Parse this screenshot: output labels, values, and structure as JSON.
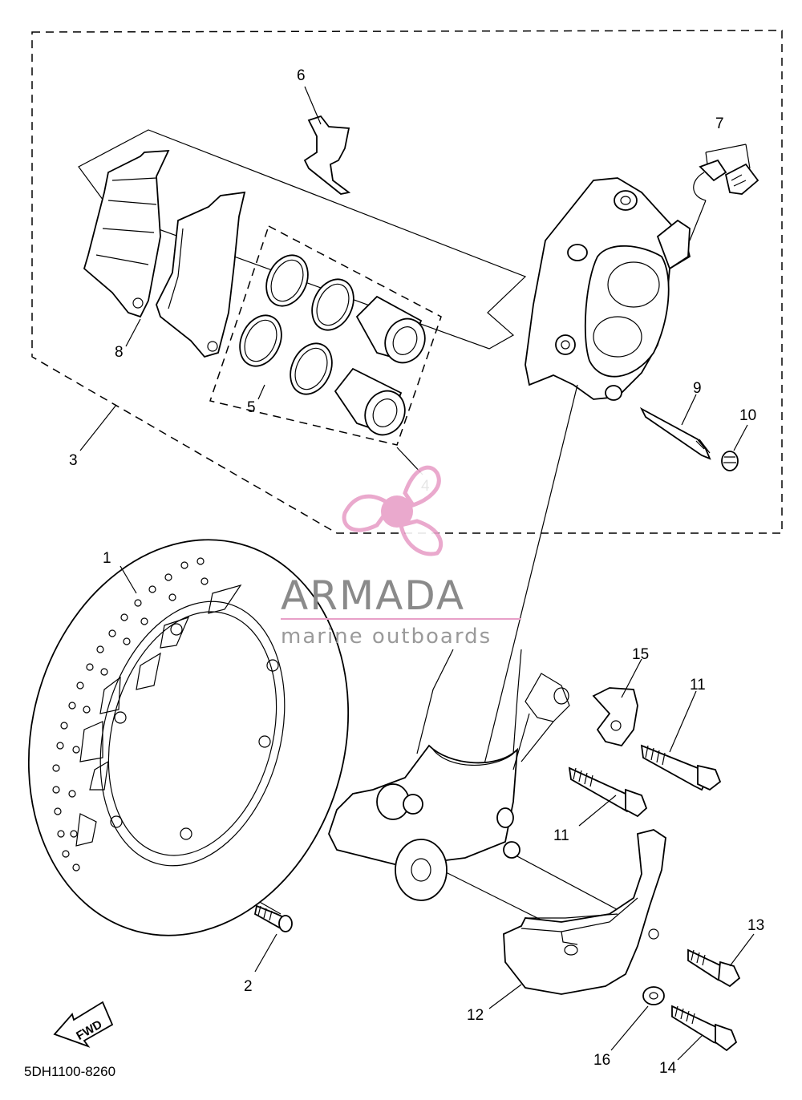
{
  "diagram": {
    "part_code": "5DH1100-8260",
    "fwd_label": "FWD",
    "callouts": [
      {
        "id": "1",
        "label": "1"
      },
      {
        "id": "2",
        "label": "2"
      },
      {
        "id": "3",
        "label": "3"
      },
      {
        "id": "4",
        "label": "4"
      },
      {
        "id": "5",
        "label": "5"
      },
      {
        "id": "6",
        "label": "6"
      },
      {
        "id": "7",
        "label": "7"
      },
      {
        "id": "8",
        "label": "8"
      },
      {
        "id": "9",
        "label": "9"
      },
      {
        "id": "10",
        "label": "10"
      },
      {
        "id": "11a",
        "label": "11"
      },
      {
        "id": "11b",
        "label": "11"
      },
      {
        "id": "12",
        "label": "12"
      },
      {
        "id": "13",
        "label": "13"
      },
      {
        "id": "14",
        "label": "14"
      },
      {
        "id": "15",
        "label": "15"
      },
      {
        "id": "16",
        "label": "16"
      }
    ]
  },
  "watermark": {
    "brand": "ARMADA",
    "tagline": "marine outboards",
    "color": "#e8a0c8"
  }
}
